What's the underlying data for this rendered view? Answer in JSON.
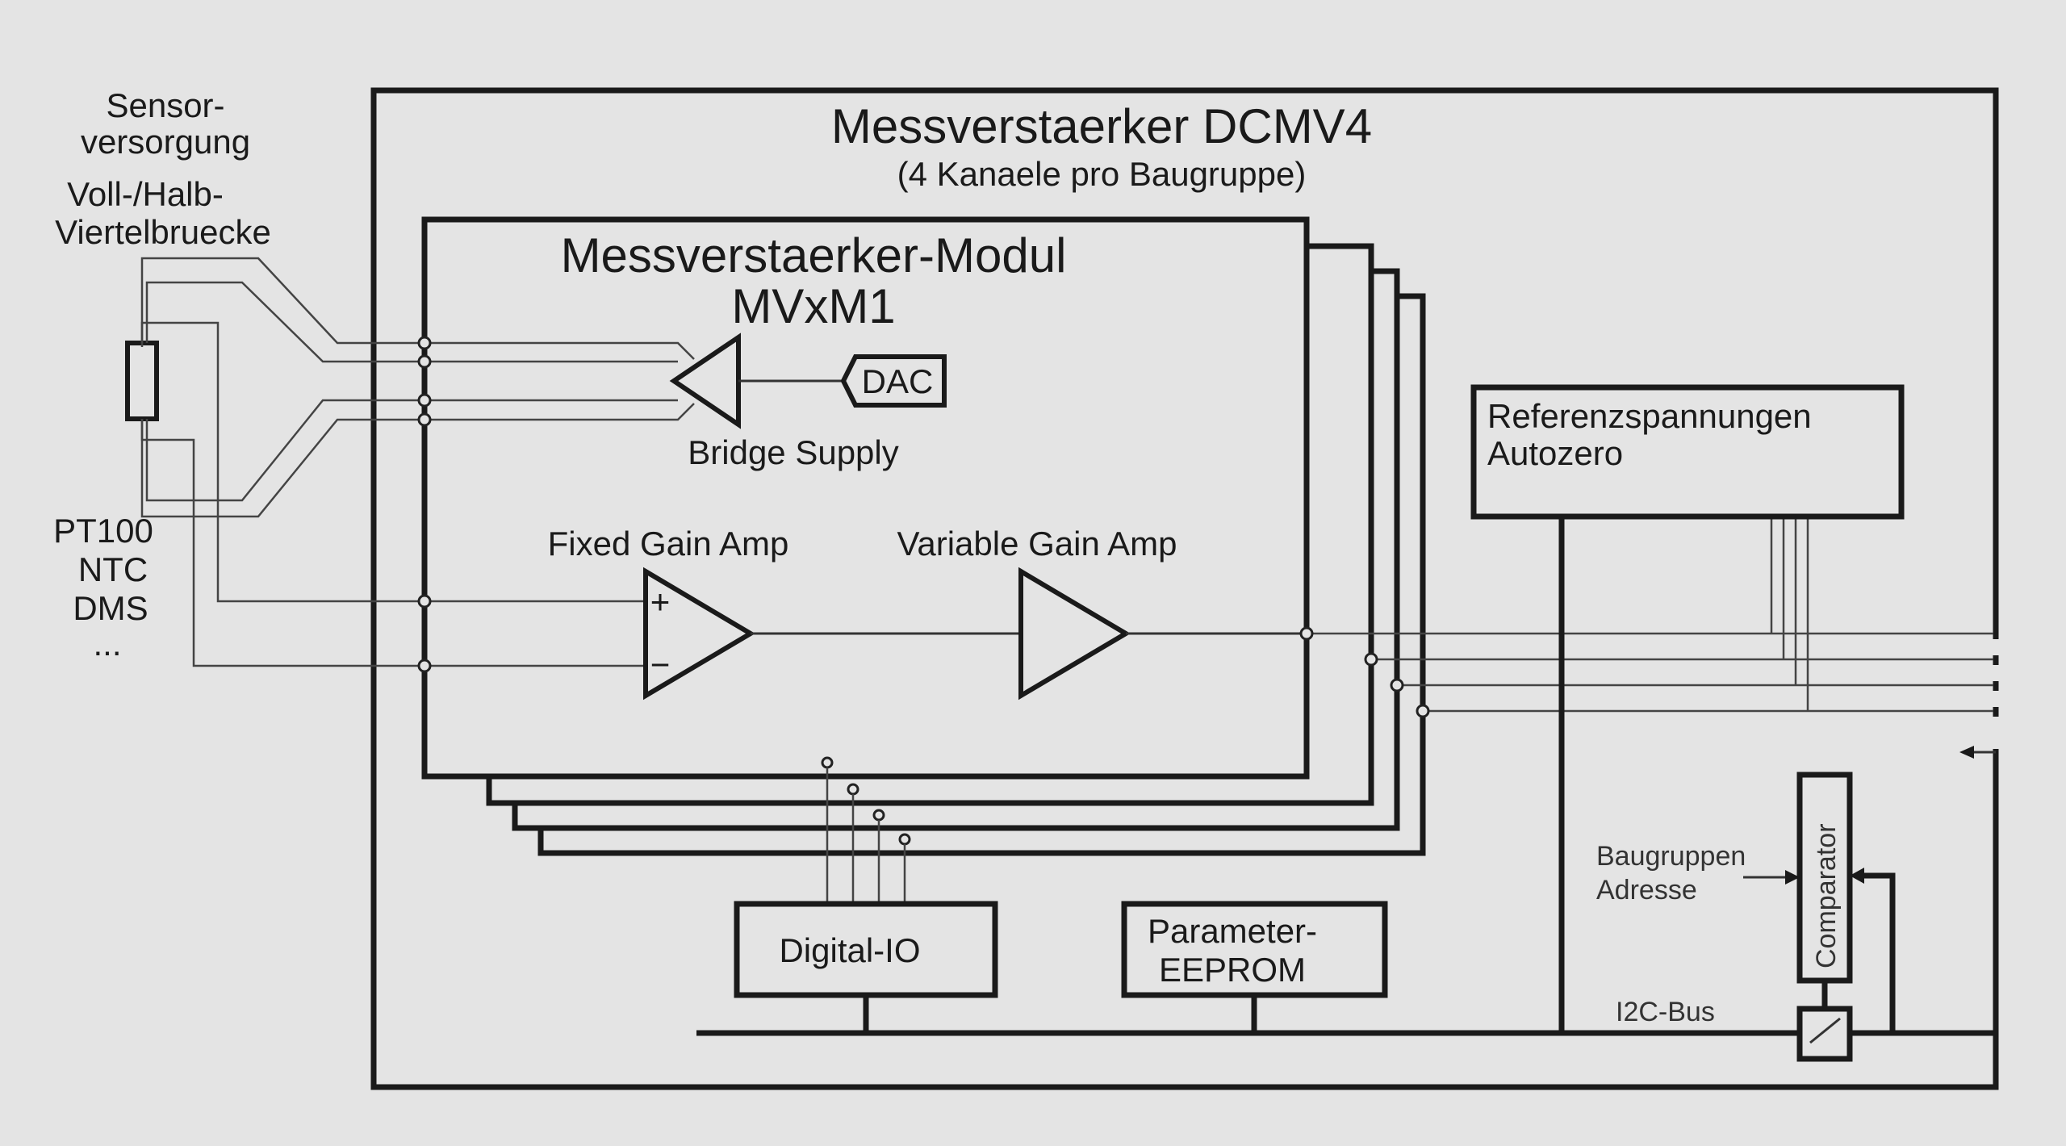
{
  "labels": {
    "sensor_supply_line1": "Sensor-",
    "sensor_supply_line2": "versorgung",
    "bridge_type_line1": "Voll-/Halb-",
    "bridge_type_line2": "Viertelbruecke",
    "sensor_types": [
      "PT100",
      "NTC",
      "DMS",
      "..."
    ],
    "dcmv4_title": "Messverstaerker DCMV4",
    "dcmv4_subtitle": "(4 Kanaele pro Baugruppe)",
    "module_title_line1": "Messverstaerker-Modul",
    "module_title_line2": "MVxM1",
    "dac": "DAC",
    "bridge_supply": "Bridge Supply",
    "fixed_gain_amp": "Fixed Gain Amp",
    "variable_gain_amp": "Variable Gain Amp",
    "amp_plus": "+",
    "amp_minus": "−",
    "reference_line1": "Referenzspannungen",
    "reference_line2": "Autozero",
    "digital_io": "Digital-IO",
    "eeprom_line1": "Parameter-",
    "eeprom_line2": "EEPROM",
    "address_line1": "Baugruppen",
    "address_line2": "Adresse",
    "comparator": "Comparator",
    "i2c_bus": "I2C-Bus"
  },
  "colors": {
    "background": "#e4e4e4",
    "ink": "#1a1a1a"
  }
}
